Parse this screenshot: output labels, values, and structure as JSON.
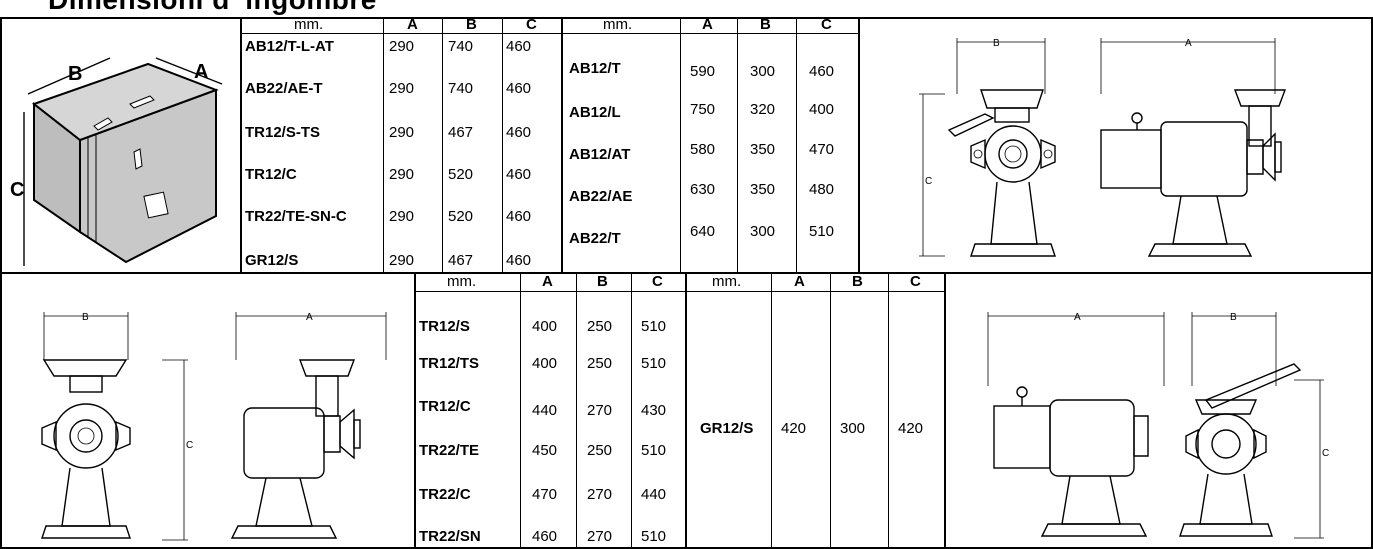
{
  "title": "Dimensioni d' ingombre",
  "box_labels": {
    "a": "A",
    "b": "B",
    "c": "C"
  },
  "drawing_labels": {
    "a": "A",
    "b": "B",
    "c": "C"
  },
  "table1": {
    "headers": [
      "mm.",
      "A",
      "B",
      "C"
    ],
    "rows": [
      [
        "AB12/T-L-AT",
        "290",
        "740",
        "460"
      ],
      [
        "AB22/AE-T",
        "290",
        "740",
        "460"
      ],
      [
        "TR12/S-TS",
        "290",
        "467",
        "460"
      ],
      [
        "TR12/C",
        "290",
        "520",
        "460"
      ],
      [
        "TR22/TE-SN-C",
        "290",
        "520",
        "460"
      ],
      [
        "GR12/S",
        "290",
        "467",
        "460"
      ]
    ]
  },
  "table2": {
    "headers": [
      "mm.",
      "A",
      "B",
      "C"
    ],
    "rows": [
      [
        "AB12/T",
        "590",
        "300",
        "460"
      ],
      [
        "AB12/L",
        "750",
        "320",
        "400"
      ],
      [
        "AB12/AT",
        "580",
        "350",
        "470"
      ],
      [
        "AB22/AE",
        "630",
        "350",
        "480"
      ],
      [
        "AB22/T",
        "640",
        "300",
        "510"
      ]
    ]
  },
  "table3": {
    "headers": [
      "mm.",
      "A",
      "B",
      "C"
    ],
    "rows": [
      [
        "TR12/S",
        "400",
        "250",
        "510"
      ],
      [
        "TR12/TS",
        "400",
        "250",
        "510"
      ],
      [
        "TR12/C",
        "440",
        "270",
        "430"
      ],
      [
        "TR22/TE",
        "450",
        "250",
        "510"
      ],
      [
        "TR22/C",
        "470",
        "270",
        "440"
      ],
      [
        "TR22/SN",
        "460",
        "270",
        "510"
      ]
    ]
  },
  "table4": {
    "headers": [
      "mm.",
      "A",
      "B",
      "C"
    ],
    "rows": [
      [
        "GR12/S",
        "420",
        "300",
        "420"
      ]
    ]
  }
}
